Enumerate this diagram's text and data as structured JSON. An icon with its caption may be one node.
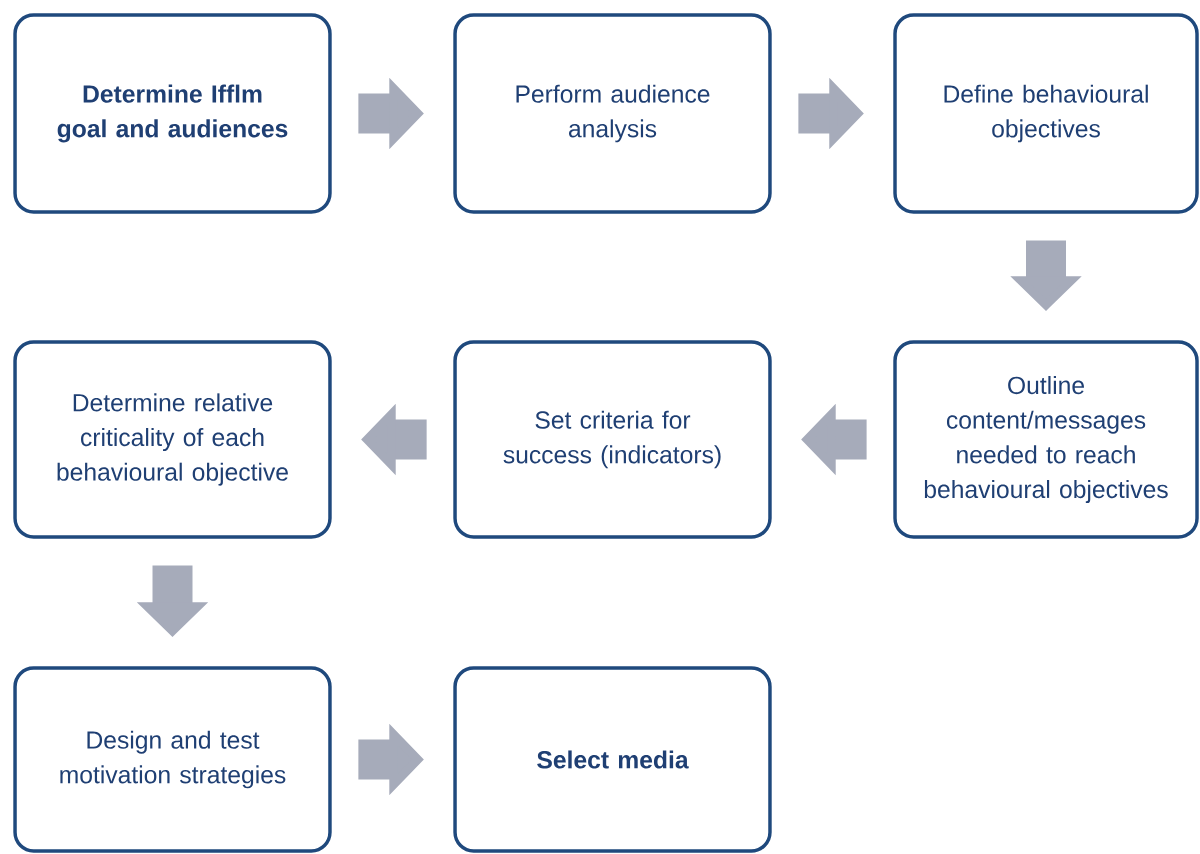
{
  "diagram": {
    "nodes": [
      {
        "text": [
          "Determine Ifflm goal and audiences"
        ]
      },
      {
        "text": [
          "Perform audience analysis"
        ]
      },
      {
        "text": [
          "Define behavioural objectives"
        ]
      },
      {
        "text": [
          "Determine relative criticality of each behavioural objective"
        ]
      },
      {
        "text": [
          "Set criteria for success (indicators)"
        ]
      },
      {
        "text": [
          "Outline content/messages needed to reach behavioural objectives"
        ]
      },
      {
        "text": [
          "Design and test motivation strategies"
        ]
      },
      {
        "text": [
          "Select media"
        ]
      }
    ],
    "edges": [
      {
        "from": 0,
        "to": 1,
        "arrow": "to"
      },
      {
        "from": 1,
        "to": 2,
        "arrow": "to"
      },
      {
        "from": 2,
        "to": 5,
        "arrow": "to"
      },
      {
        "from": 5,
        "to": 4,
        "arrow": "to"
      },
      {
        "from": 4,
        "to": 3,
        "arrow": "to"
      },
      {
        "from": 3,
        "to": 6,
        "arrow": "to"
      },
      {
        "from": 6,
        "to": 7,
        "arrow": "to"
      }
    ]
  }
}
